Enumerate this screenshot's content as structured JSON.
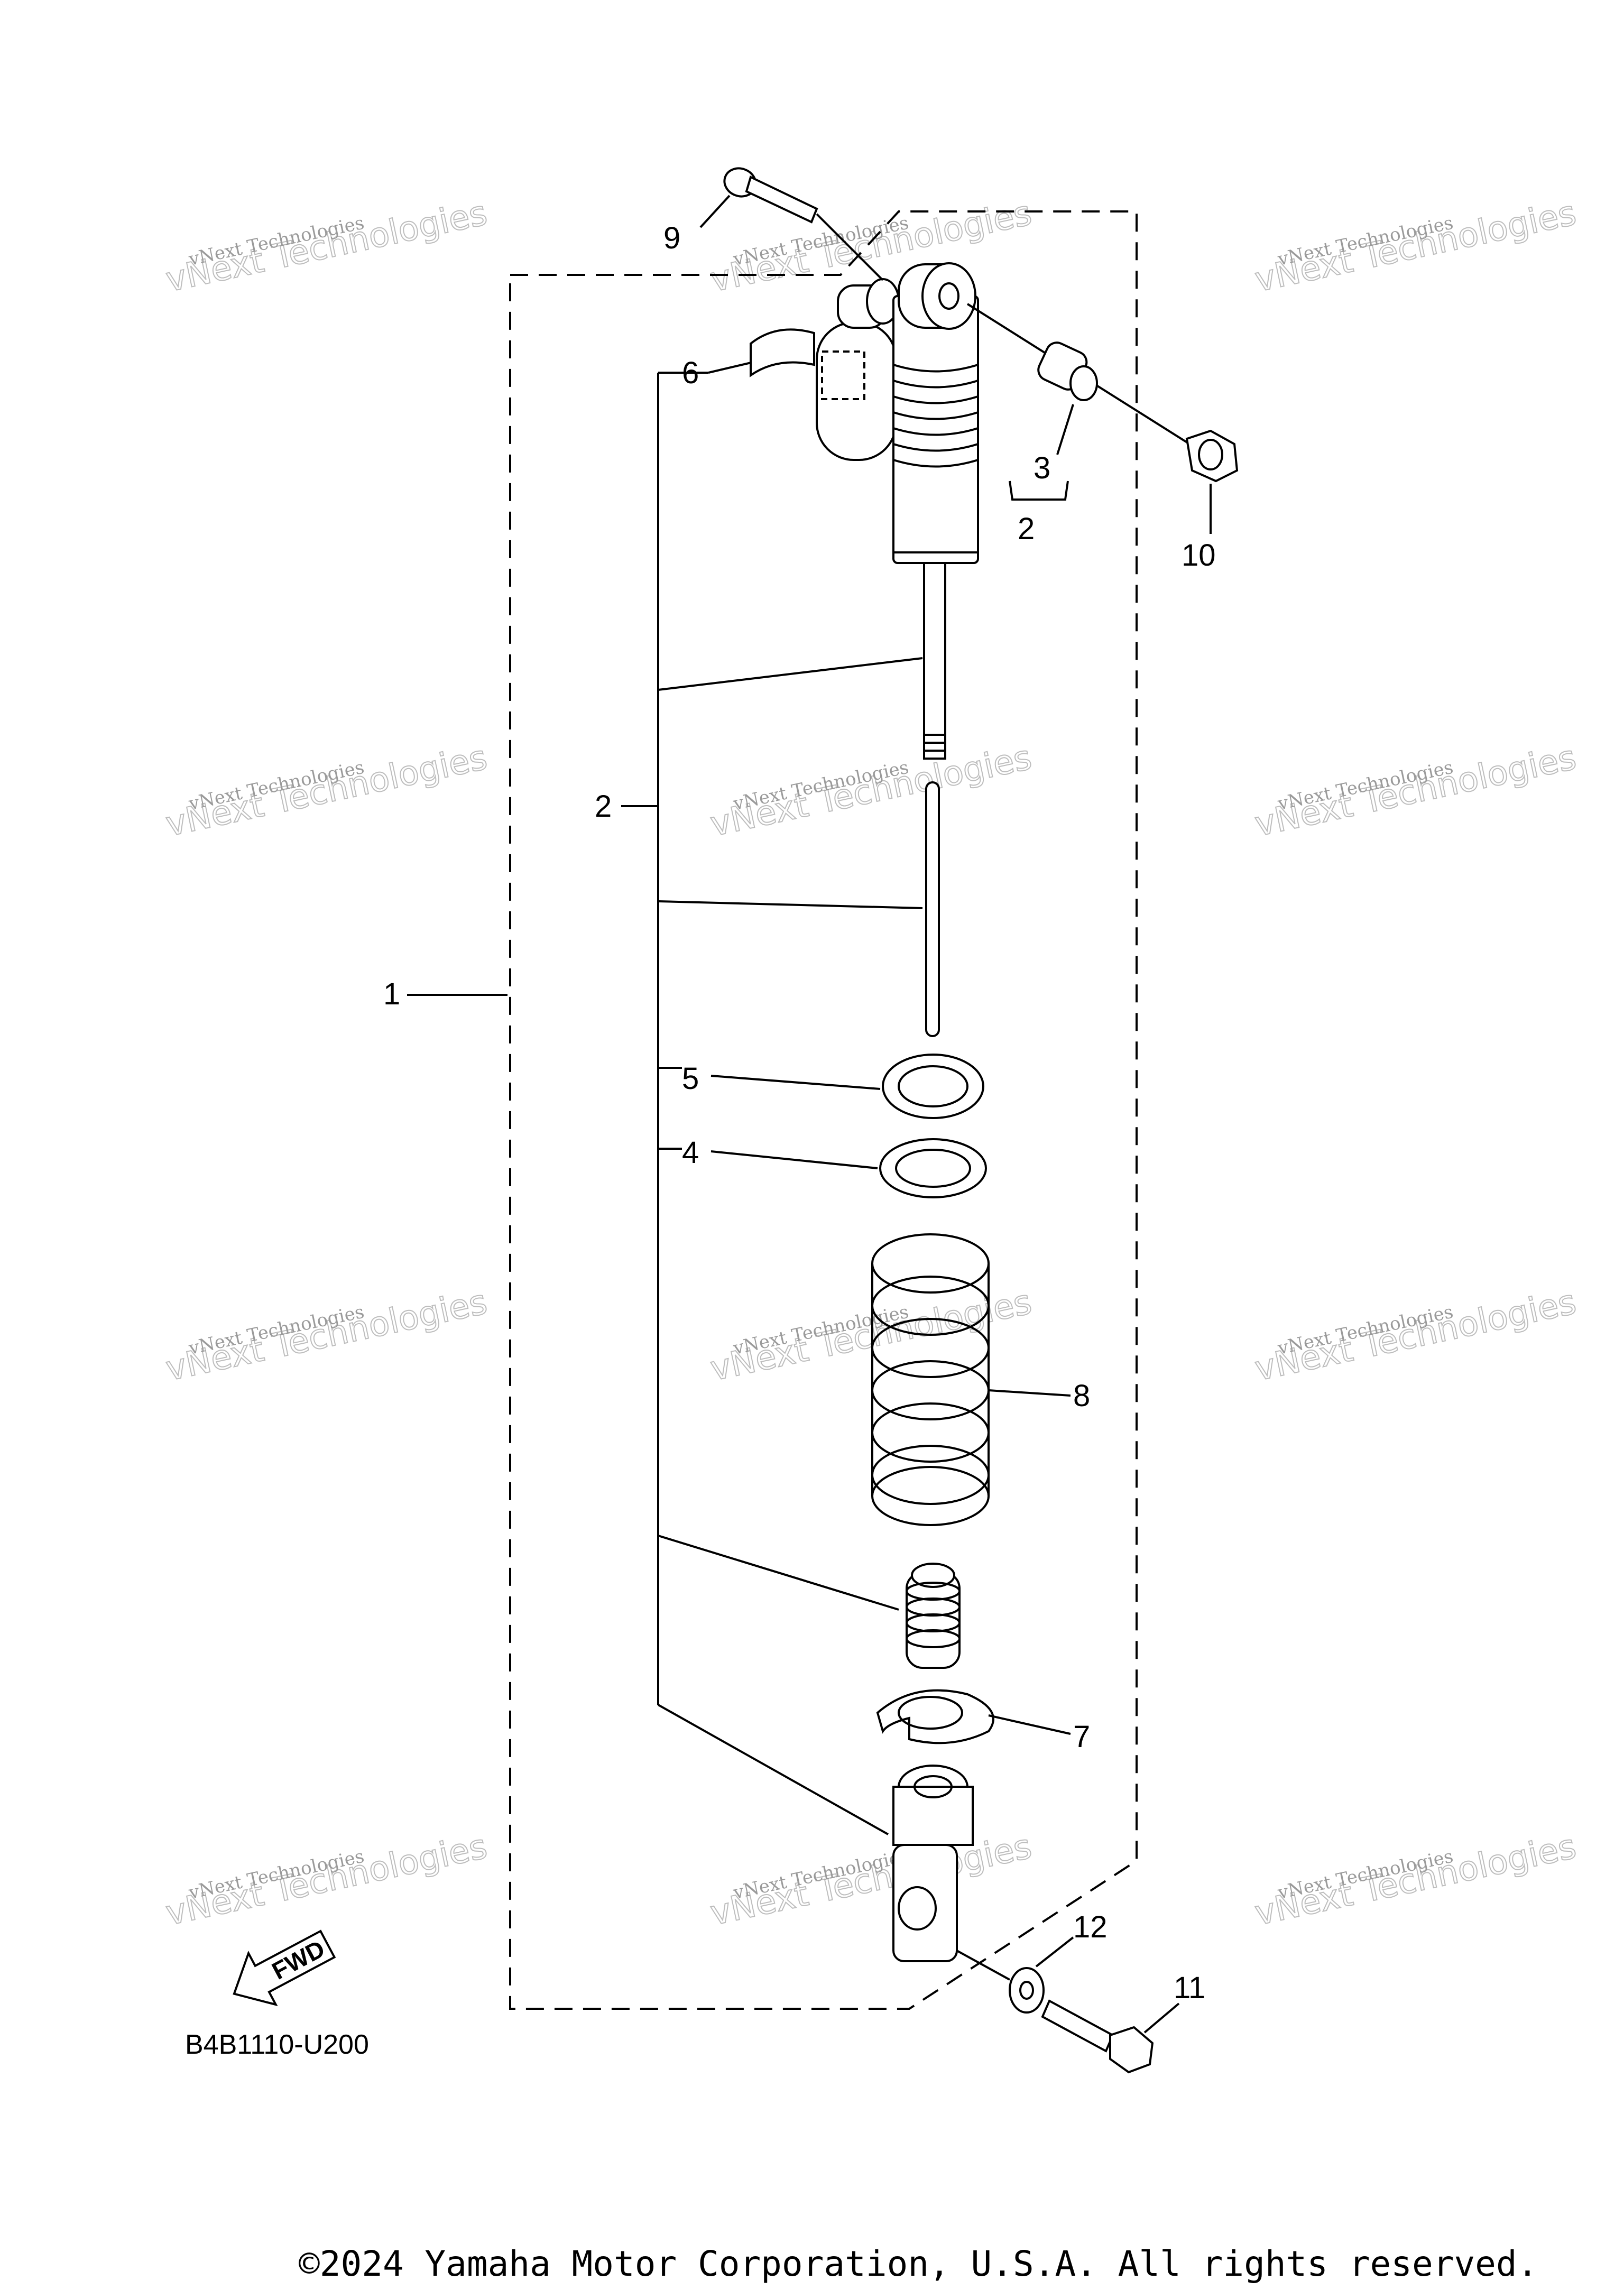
{
  "diagram": {
    "drawing_code": "B4B1110-U200",
    "fwd_label": "FWD",
    "copyright": "©2024 Yamaha Motor Corporation, U.S.A. All rights reserved.",
    "watermark": {
      "line1": "vNext Technologies",
      "line2": "vNext Technologies"
    },
    "callouts": {
      "c1": "1",
      "c2a": "2",
      "c2b": "2",
      "c3": "3",
      "c4": "4",
      "c5": "5",
      "c6": "6",
      "c7": "7",
      "c8": "8",
      "c9": "9",
      "c10": "10",
      "c11": "11",
      "c12": "12"
    }
  }
}
